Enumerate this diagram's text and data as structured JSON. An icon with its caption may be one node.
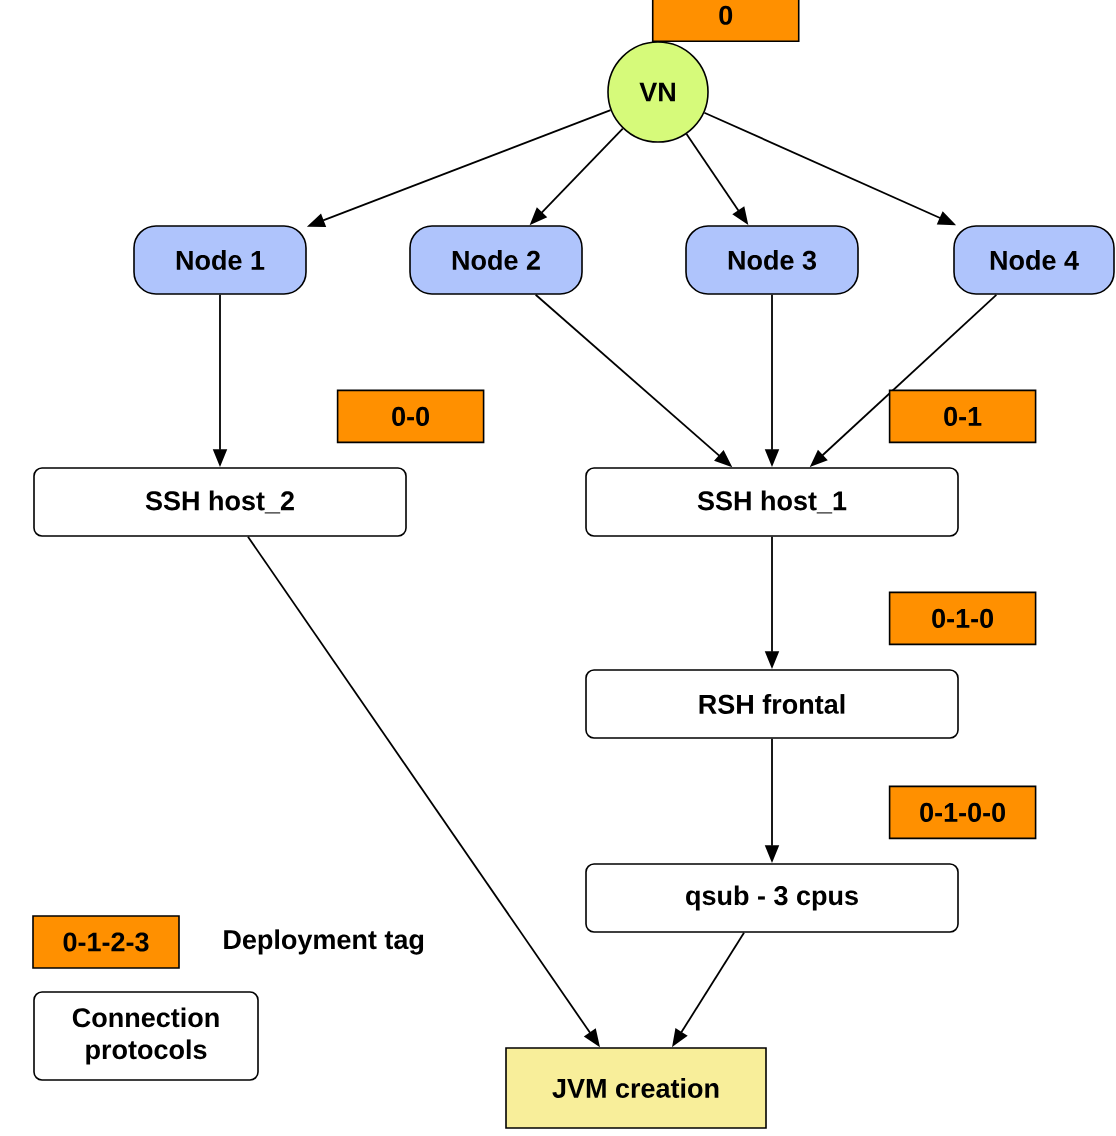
{
  "diagram": {
    "nodes": [
      {
        "text": [
          "VN"
        ],
        "beside": [
          "0"
        ]
      },
      {
        "text": [
          "Node 1"
        ]
      },
      {
        "text": [
          "Node 2"
        ]
      },
      {
        "text": [
          "Node 3"
        ]
      },
      {
        "text": [
          "Node 4"
        ]
      },
      {
        "text": [
          "SSH host_2"
        ],
        "beside": [
          "0-0"
        ]
      },
      {
        "text": [
          "SSH host_1"
        ],
        "beside": [
          "0-1"
        ]
      },
      {
        "text": [
          "RSH frontal"
        ],
        "beside": [
          "0-1-0"
        ]
      },
      {
        "text": [
          "qsub - 3 cpus"
        ],
        "beside": [
          "0-1-0-0"
        ]
      },
      {
        "text": [
          "JVM creation"
        ]
      }
    ],
    "edges": [
      {
        "from": 0,
        "to": 1,
        "arrow": "to"
      },
      {
        "from": 0,
        "to": 2,
        "arrow": "to"
      },
      {
        "from": 0,
        "to": 3,
        "arrow": "to"
      },
      {
        "from": 0,
        "to": 4,
        "arrow": "to"
      },
      {
        "from": 1,
        "to": 5,
        "arrow": "to"
      },
      {
        "from": 2,
        "to": 6,
        "arrow": "to"
      },
      {
        "from": 3,
        "to": 6,
        "arrow": "to"
      },
      {
        "from": 4,
        "to": 6,
        "arrow": "to"
      },
      {
        "from": 6,
        "to": 7,
        "arrow": "to"
      },
      {
        "from": 7,
        "to": 8,
        "arrow": "to"
      },
      {
        "from": 5,
        "to": 9,
        "arrow": "to"
      },
      {
        "from": 8,
        "to": 9,
        "arrow": "to"
      }
    ],
    "labels": [
      "0-1-2-3"
    ],
    "legend": [
      {
        "text": "Deployment tag",
        "color": "#ff9000"
      },
      {
        "text": "Connection protocols"
      }
    ]
  }
}
